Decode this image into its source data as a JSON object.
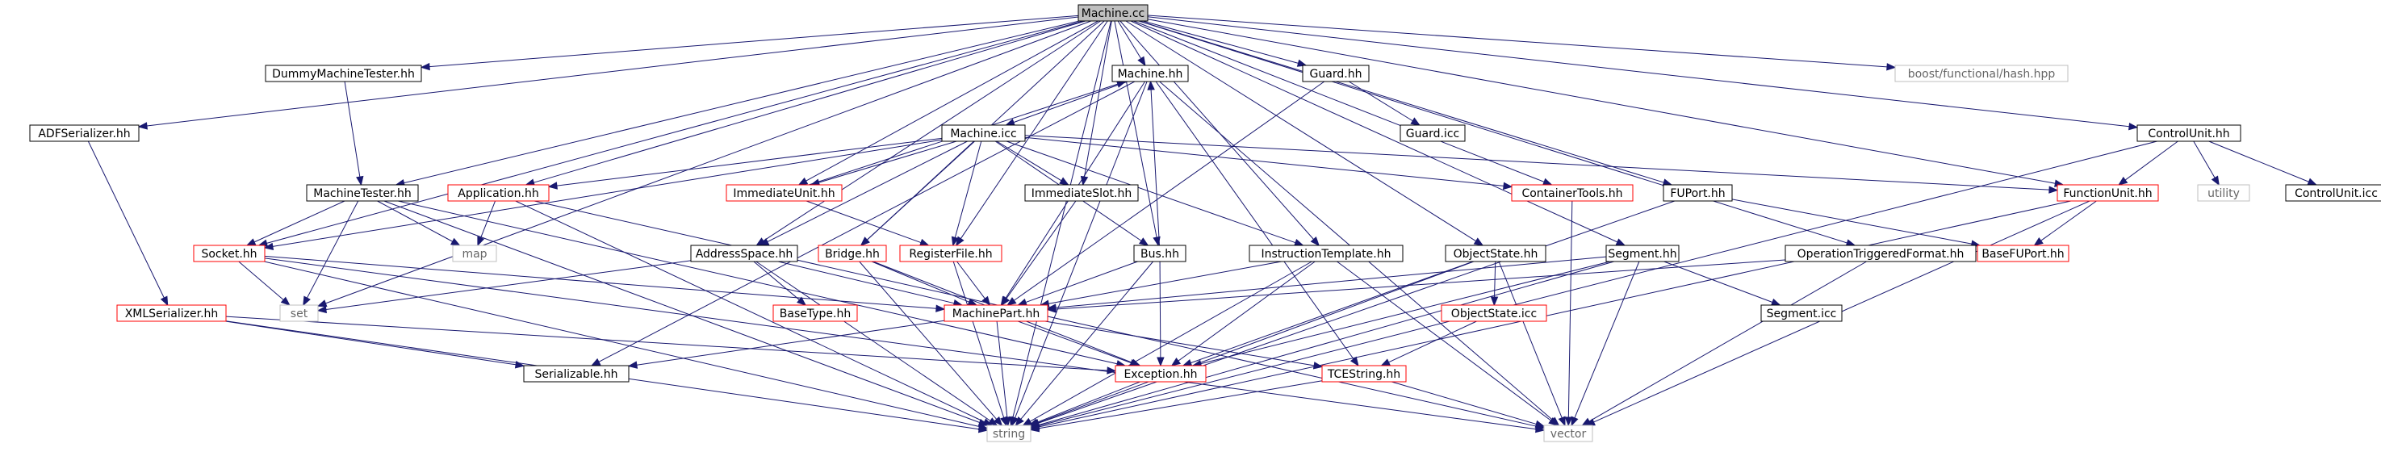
{
  "graph": {
    "colors": {
      "edge": "#191970",
      "border_black": "#000000",
      "border_red": "#ff0000",
      "border_gray": "#bfbfbf",
      "root_fill": "#bfbfbf",
      "node_fill": "#ffffff"
    },
    "nodes": [
      {
        "id": "machine_cc",
        "label": "Machine.cc",
        "style": "root"
      },
      {
        "id": "dummy_tester",
        "label": "DummyMachineTester.hh",
        "style": "black"
      },
      {
        "id": "machine_hh",
        "label": "Machine.hh",
        "style": "black"
      },
      {
        "id": "guard_hh",
        "label": "Guard.hh",
        "style": "black"
      },
      {
        "id": "boost_hash",
        "label": "boost/functional/hash.hpp",
        "style": "gray"
      },
      {
        "id": "adf_serializer",
        "label": "ADFSerializer.hh",
        "style": "black"
      },
      {
        "id": "guard_icc",
        "label": "Guard.icc",
        "style": "black"
      },
      {
        "id": "control_unit",
        "label": "ControlUnit.hh",
        "style": "black"
      },
      {
        "id": "machine_icc",
        "label": "Machine.icc",
        "style": "black"
      },
      {
        "id": "machine_tester",
        "label": "MachineTester.hh",
        "style": "black"
      },
      {
        "id": "application",
        "label": "Application.hh",
        "style": "red"
      },
      {
        "id": "immediate_unit",
        "label": "ImmediateUnit.hh",
        "style": "red"
      },
      {
        "id": "immediate_slot",
        "label": "ImmediateSlot.hh",
        "style": "black"
      },
      {
        "id": "container_tools",
        "label": "ContainerTools.hh",
        "style": "red"
      },
      {
        "id": "fuport",
        "label": "FUPort.hh",
        "style": "black"
      },
      {
        "id": "function_unit",
        "label": "FunctionUnit.hh",
        "style": "red"
      },
      {
        "id": "utility",
        "label": "utility",
        "style": "gray"
      },
      {
        "id": "control_unit_icc",
        "label": "ControlUnit.icc",
        "style": "black"
      },
      {
        "id": "socket",
        "label": "Socket.hh",
        "style": "red"
      },
      {
        "id": "map",
        "label": "map",
        "style": "gray"
      },
      {
        "id": "address_space",
        "label": "AddressSpace.hh",
        "style": "black"
      },
      {
        "id": "bridge",
        "label": "Bridge.hh",
        "style": "red"
      },
      {
        "id": "register_file",
        "label": "RegisterFile.hh",
        "style": "red"
      },
      {
        "id": "bus",
        "label": "Bus.hh",
        "style": "black"
      },
      {
        "id": "instruction_template",
        "label": "InstructionTemplate.hh",
        "style": "black"
      },
      {
        "id": "object_state",
        "label": "ObjectState.hh",
        "style": "black"
      },
      {
        "id": "segment",
        "label": "Segment.hh",
        "style": "black"
      },
      {
        "id": "op_triggered_format",
        "label": "OperationTriggeredFormat.hh",
        "style": "black"
      },
      {
        "id": "base_fuport",
        "label": "BaseFUPort.hh",
        "style": "red"
      },
      {
        "id": "xml_serializer",
        "label": "XMLSerializer.hh",
        "style": "red"
      },
      {
        "id": "set",
        "label": "set",
        "style": "gray"
      },
      {
        "id": "base_type",
        "label": "BaseType.hh",
        "style": "red"
      },
      {
        "id": "machine_part",
        "label": "MachinePart.hh",
        "style": "red"
      },
      {
        "id": "object_state_icc",
        "label": "ObjectState.icc",
        "style": "red"
      },
      {
        "id": "segment_icc",
        "label": "Segment.icc",
        "style": "black"
      },
      {
        "id": "serializable",
        "label": "Serializable.hh",
        "style": "black"
      },
      {
        "id": "exception",
        "label": "Exception.hh",
        "style": "red"
      },
      {
        "id": "tcestring",
        "label": "TCEString.hh",
        "style": "red"
      },
      {
        "id": "string",
        "label": "string",
        "style": "gray"
      },
      {
        "id": "vector",
        "label": "vector",
        "style": "gray"
      }
    ],
    "edges": [
      [
        "machine_cc",
        "dummy_tester"
      ],
      [
        "machine_cc",
        "machine_hh"
      ],
      [
        "machine_cc",
        "guard_hh"
      ],
      [
        "machine_cc",
        "boost_hash"
      ],
      [
        "machine_cc",
        "adf_serializer"
      ],
      [
        "machine_cc",
        "control_unit"
      ],
      [
        "machine_cc",
        "machine_tester"
      ],
      [
        "machine_cc",
        "application"
      ],
      [
        "machine_cc",
        "immediate_unit"
      ],
      [
        "machine_cc",
        "immediate_slot"
      ],
      [
        "machine_cc",
        "container_tools"
      ],
      [
        "machine_cc",
        "fuport"
      ],
      [
        "machine_cc",
        "function_unit"
      ],
      [
        "machine_cc",
        "socket"
      ],
      [
        "machine_cc",
        "address_space"
      ],
      [
        "machine_cc",
        "bridge"
      ],
      [
        "machine_cc",
        "register_file"
      ],
      [
        "machine_cc",
        "bus"
      ],
      [
        "machine_cc",
        "instruction_template"
      ],
      [
        "machine_cc",
        "object_state"
      ],
      [
        "machine_cc",
        "segment"
      ],
      [
        "machine_cc",
        "op_triggered_format"
      ],
      [
        "machine_cc",
        "set"
      ],
      [
        "machine_cc",
        "string"
      ],
      [
        "dummy_tester",
        "machine_tester"
      ],
      [
        "machine_hh",
        "machine_icc"
      ],
      [
        "machine_hh",
        "serializable"
      ],
      [
        "machine_hh",
        "machine_part"
      ],
      [
        "machine_hh",
        "tcestring"
      ],
      [
        "machine_hh",
        "string"
      ],
      [
        "machine_hh",
        "vector"
      ],
      [
        "guard_hh",
        "guard_icc"
      ],
      [
        "guard_hh",
        "machine_part"
      ],
      [
        "adf_serializer",
        "xml_serializer"
      ],
      [
        "control_unit",
        "function_unit"
      ],
      [
        "control_unit",
        "utility"
      ],
      [
        "control_unit",
        "control_unit_icc"
      ],
      [
        "control_unit",
        "string"
      ],
      [
        "machine_icc",
        "application"
      ],
      [
        "machine_icc",
        "immediate_unit"
      ],
      [
        "machine_icc",
        "immediate_slot"
      ],
      [
        "machine_icc",
        "container_tools"
      ],
      [
        "machine_icc",
        "function_unit"
      ],
      [
        "machine_icc",
        "socket"
      ],
      [
        "machine_icc",
        "address_space"
      ],
      [
        "machine_icc",
        "bridge"
      ],
      [
        "machine_icc",
        "register_file"
      ],
      [
        "machine_icc",
        "bus"
      ],
      [
        "machine_icc",
        "instruction_template"
      ],
      [
        "machine_tester",
        "socket"
      ],
      [
        "machine_tester",
        "map"
      ],
      [
        "machine_tester",
        "set"
      ],
      [
        "machine_tester",
        "exception"
      ],
      [
        "machine_tester",
        "string"
      ],
      [
        "application",
        "map"
      ],
      [
        "application",
        "string"
      ],
      [
        "application",
        "vector"
      ],
      [
        "immediate_unit",
        "machine_hh"
      ],
      [
        "immediate_unit",
        "register_file"
      ],
      [
        "immediate_slot",
        "machine_part"
      ],
      [
        "container_tools",
        "vector"
      ],
      [
        "fuport",
        "base_fuport"
      ],
      [
        "fuport",
        "string"
      ],
      [
        "function_unit",
        "base_fuport"
      ],
      [
        "function_unit",
        "string"
      ],
      [
        "function_unit",
        "vector"
      ],
      [
        "socket",
        "set"
      ],
      [
        "socket",
        "machine_part"
      ],
      [
        "socket",
        "string"
      ],
      [
        "socket",
        "vector"
      ],
      [
        "address_space",
        "set"
      ],
      [
        "address_space",
        "machine_part"
      ],
      [
        "address_space",
        "base_type"
      ],
      [
        "address_space",
        "string"
      ],
      [
        "bridge",
        "machine_part"
      ],
      [
        "bridge",
        "exception"
      ],
      [
        "bridge",
        "string"
      ],
      [
        "register_file",
        "machine_part"
      ],
      [
        "register_file",
        "string"
      ],
      [
        "bus",
        "machine_hh"
      ],
      [
        "bus",
        "machine_part"
      ],
      [
        "bus",
        "exception"
      ],
      [
        "bus",
        "string"
      ],
      [
        "instruction_template",
        "machine_part"
      ],
      [
        "instruction_template",
        "exception"
      ],
      [
        "instruction_template",
        "string"
      ],
      [
        "instruction_template",
        "vector"
      ],
      [
        "object_state",
        "object_state_icc"
      ],
      [
        "object_state",
        "exception"
      ],
      [
        "object_state",
        "string"
      ],
      [
        "object_state",
        "vector"
      ],
      [
        "segment",
        "machine_part"
      ],
      [
        "segment",
        "segment_icc"
      ],
      [
        "segment",
        "exception"
      ],
      [
        "segment",
        "string"
      ],
      [
        "segment",
        "vector"
      ],
      [
        "op_triggered_format",
        "machine_part"
      ],
      [
        "op_triggered_format",
        "vector"
      ],
      [
        "xml_serializer",
        "serializable"
      ],
      [
        "xml_serializer",
        "exception"
      ],
      [
        "xml_serializer",
        "string"
      ],
      [
        "machine_part",
        "serializable"
      ],
      [
        "machine_part",
        "exception"
      ],
      [
        "machine_part",
        "tcestring"
      ],
      [
        "machine_part",
        "string"
      ],
      [
        "exception",
        "string"
      ],
      [
        "tcestring",
        "string"
      ],
      [
        "tcestring",
        "vector"
      ],
      [
        "object_state_icc",
        "tcestring"
      ]
    ]
  }
}
